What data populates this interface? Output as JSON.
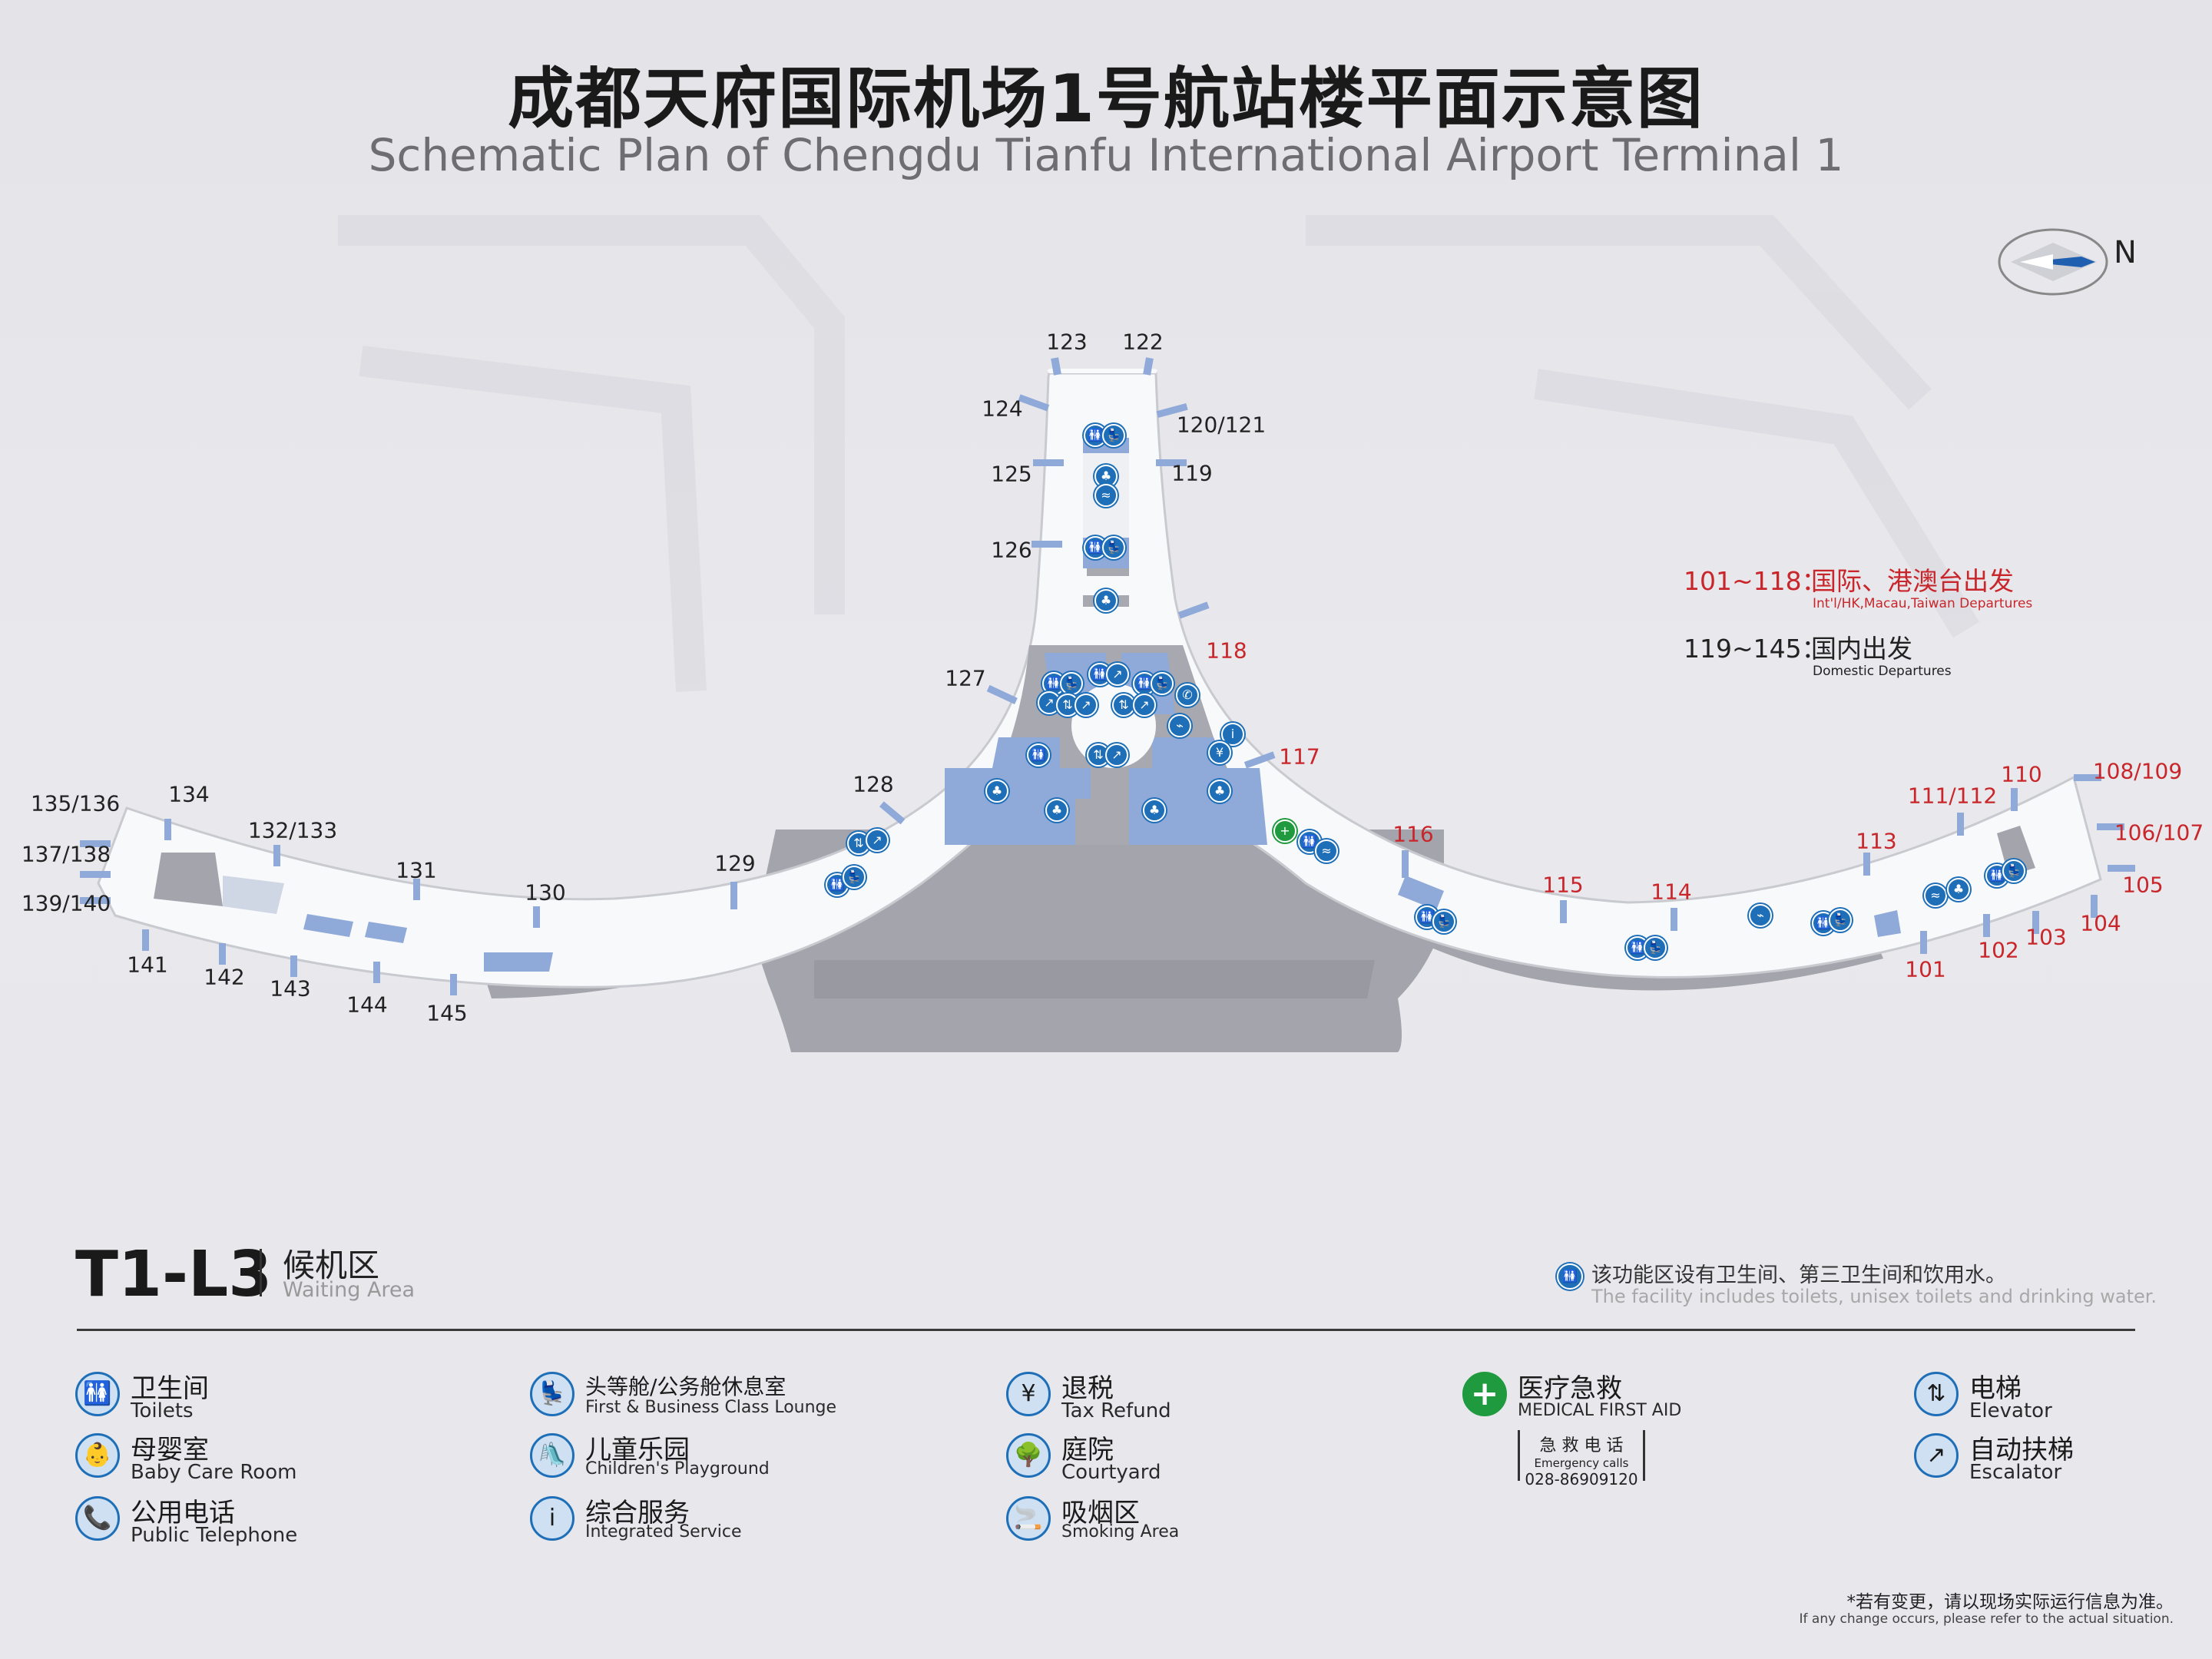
{
  "title": {
    "zh": "成都天府国际机场1号航站楼平面示意图",
    "en": "Schematic Plan of Chengdu Tianfu International Airport Terminal 1"
  },
  "compass": {
    "label": "N"
  },
  "ranges": {
    "intl": {
      "range": "101~118：",
      "zh": "国际、港澳台出发",
      "en": "Int'l/HK,Macau,Taiwan Departures",
      "color": "#c8262a"
    },
    "dom": {
      "range": "119~145：",
      "zh": "国内出发",
      "en": "Domestic Departures",
      "color": "#222222"
    }
  },
  "gates": [
    {
      "label": "123",
      "type": "dom"
    },
    {
      "label": "122",
      "type": "dom"
    },
    {
      "label": "124",
      "type": "dom"
    },
    {
      "label": "120/121",
      "type": "dom"
    },
    {
      "label": "125",
      "type": "dom"
    },
    {
      "label": "119",
      "type": "dom"
    },
    {
      "label": "126",
      "type": "dom"
    },
    {
      "label": "118",
      "type": "intl"
    },
    {
      "label": "127",
      "type": "dom"
    },
    {
      "label": "117",
      "type": "intl"
    },
    {
      "label": "128",
      "type": "dom"
    },
    {
      "label": "116",
      "type": "intl"
    },
    {
      "label": "129",
      "type": "dom"
    },
    {
      "label": "115",
      "type": "intl"
    },
    {
      "label": "114",
      "type": "intl"
    },
    {
      "label": "130",
      "type": "dom"
    },
    {
      "label": "131",
      "type": "dom"
    },
    {
      "label": "132/133",
      "type": "dom"
    },
    {
      "label": "134",
      "type": "dom"
    },
    {
      "label": "135/136",
      "type": "dom"
    },
    {
      "label": "137/138",
      "type": "dom"
    },
    {
      "label": "139/140",
      "type": "dom"
    },
    {
      "label": "141",
      "type": "dom"
    },
    {
      "label": "142",
      "type": "dom"
    },
    {
      "label": "143",
      "type": "dom"
    },
    {
      "label": "144",
      "type": "dom"
    },
    {
      "label": "145",
      "type": "dom"
    },
    {
      "label": "113",
      "type": "intl"
    },
    {
      "label": "111/112",
      "type": "intl"
    },
    {
      "label": "110",
      "type": "intl"
    },
    {
      "label": "108/109",
      "type": "intl"
    },
    {
      "label": "106/107",
      "type": "intl"
    },
    {
      "label": "105",
      "type": "intl"
    },
    {
      "label": "104",
      "type": "intl"
    },
    {
      "label": "103",
      "type": "intl"
    },
    {
      "label": "102",
      "type": "intl"
    },
    {
      "label": "101",
      "type": "intl"
    }
  ],
  "floor": {
    "code": "T1-L3",
    "zh": "候机区",
    "en": "Waiting Area"
  },
  "facility_note": {
    "zh": "该功能区设有卫生间、第三卫生间和饮用水。",
    "en": "The facility includes toilets, unisex toilets and drinking water."
  },
  "legend": [
    {
      "icon": "toilet-icon",
      "glyph": "🚻",
      "zh": "卫生间",
      "en": "Toilets"
    },
    {
      "icon": "baby-care-icon",
      "glyph": "👶",
      "zh": "母婴室",
      "en": "Baby Care Room"
    },
    {
      "icon": "telephone-icon",
      "glyph": "📞",
      "zh": "公用电话",
      "en": "Public Telephone"
    },
    {
      "icon": "lounge-icon",
      "glyph": "💺",
      "zh": "头等舱/公务舱休息室",
      "en": "First & Business Class Lounge"
    },
    {
      "icon": "playground-icon",
      "glyph": "🛝",
      "zh": "儿童乐园",
      "en": "Children's Playground"
    },
    {
      "icon": "info-icon",
      "glyph": "i",
      "zh": "综合服务",
      "en": "Integrated Service"
    },
    {
      "icon": "tax-refund-icon",
      "glyph": "¥",
      "zh": "退税",
      "en": "Tax Refund"
    },
    {
      "icon": "courtyard-icon",
      "glyph": "🌳",
      "zh": "庭院",
      "en": "Courtyard"
    },
    {
      "icon": "smoking-icon",
      "glyph": "🚬",
      "zh": "吸烟区",
      "en": "Smoking Area"
    },
    {
      "icon": "first-aid-icon",
      "glyph": "+",
      "zh": "医疗急救",
      "en": "MEDICAL FIRST AID"
    },
    {
      "icon": "elevator-icon",
      "glyph": "⇅",
      "zh": "电梯",
      "en": "Elevator"
    },
    {
      "icon": "escalator-icon",
      "glyph": "↗",
      "zh": "自动扶梯",
      "en": "Escalator"
    }
  ],
  "first_aid_phone": {
    "zh": "急 救 电 话",
    "en": "Emergency calls",
    "number": "028-86909120"
  },
  "notes": {
    "zh": "*若有变更，请以现场实际运行信息为准。",
    "en": "If any change occurs, please refer to the actual situation."
  },
  "colors": {
    "concourse": "#f8f9fb",
    "zone_blue": "#8fa9d8",
    "zone_gray": "#a3a4ab",
    "intl": "#c8262a",
    "icon_blue": "#1e6fb8",
    "first_aid": "#1f9a3f"
  }
}
